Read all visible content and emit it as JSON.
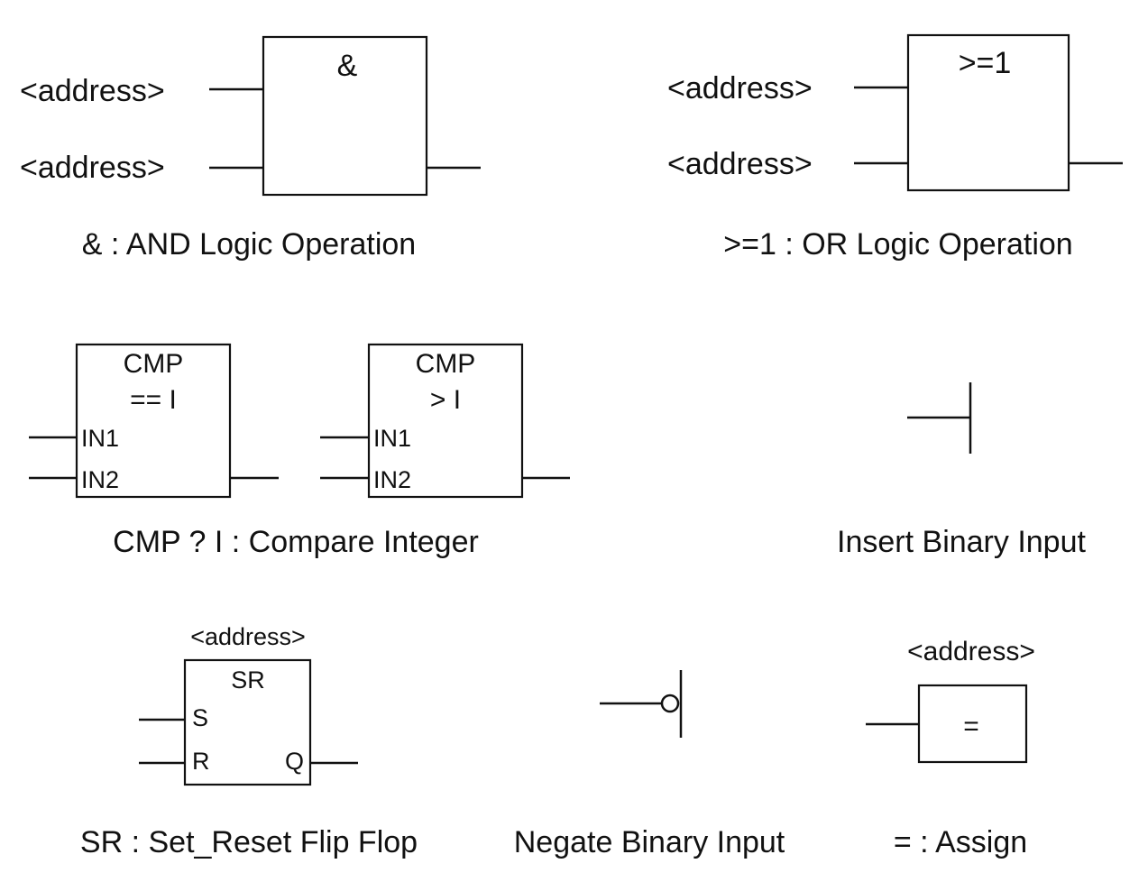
{
  "and_block": {
    "symbol": "&",
    "input1": "<address>",
    "input2": "<address>",
    "caption": "& : AND Logic Operation"
  },
  "or_block": {
    "symbol": ">=1",
    "input1": "<address>",
    "input2": "<address>",
    "caption": ">=1 : OR Logic Operation"
  },
  "cmp_eq": {
    "title": "CMP",
    "op": "== I",
    "in1": "IN1",
    "in2": "IN2"
  },
  "cmp_gt": {
    "title": "CMP",
    "op": "> I",
    "in1": "IN1",
    "in2": "IN2"
  },
  "cmp_caption": "CMP ? I : Compare Integer",
  "insert_input": {
    "caption": "Insert Binary Input"
  },
  "sr_block": {
    "address": "<address>",
    "title": "SR",
    "s": "S",
    "r": "R",
    "q": "Q",
    "caption": "SR : Set_Reset Flip Flop"
  },
  "negate_input": {
    "caption": "Negate Binary Input"
  },
  "assign_block": {
    "address": "<address>",
    "symbol": "=",
    "caption": "= : Assign"
  }
}
